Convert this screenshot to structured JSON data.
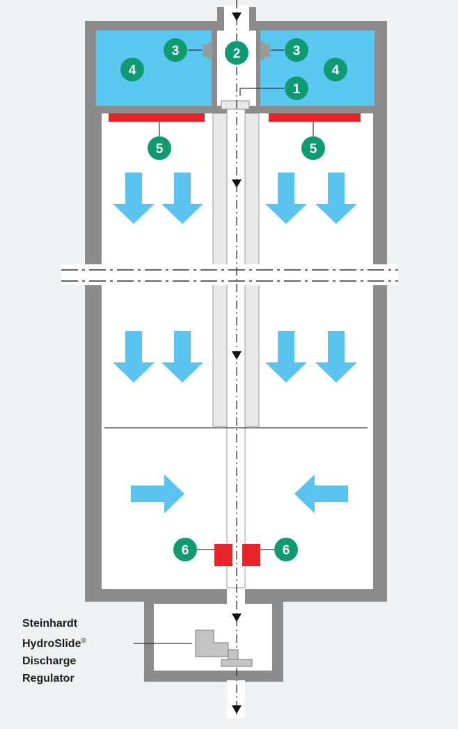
{
  "diagram": {
    "markers": {
      "m1": "1",
      "m2": "2",
      "m3_left": "3",
      "m3_right": "3",
      "m4_left": "4",
      "m4_right": "4",
      "m5_left": "5",
      "m5_right": "5",
      "m6_left": "6",
      "m6_right": "6"
    },
    "label": {
      "line1": "Steinhardt",
      "line2": "HydroSlide",
      "line2_mark": "®",
      "line3": "Discharge",
      "line4": "Regulator"
    },
    "colors": {
      "background": "#f0f1f3",
      "wall": "#8c8c8c",
      "water": "#5ac8f0",
      "flow_arrow": "#5bc3f0",
      "marker": "#0f9a72",
      "actuator": "#e8232a",
      "chamber": "#ffffff",
      "regulator": "#c4c4c4"
    }
  }
}
